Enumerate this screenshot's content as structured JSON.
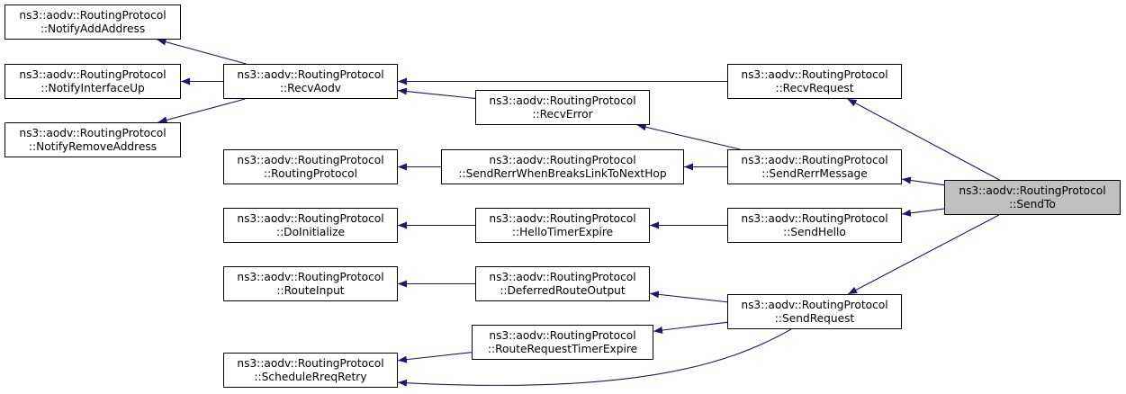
{
  "graph": {
    "nodes": {
      "n_addaddr": {
        "line1": "ns3::aodv::RoutingProtocol",
        "line2": "::NotifyAddAddress"
      },
      "n_ifup": {
        "line1": "ns3::aodv::RoutingProtocol",
        "line2": "::NotifyInterfaceUp"
      },
      "n_rmaddr": {
        "line1": "ns3::aodv::RoutingProtocol",
        "line2": "::NotifyRemoveAddress"
      },
      "n_recvaodv": {
        "line1": "ns3::aodv::RoutingProtocol",
        "line2": "::RecvAodv"
      },
      "n_recverror": {
        "line1": "ns3::aodv::RoutingProtocol",
        "line2": "::RecvError"
      },
      "n_recvreq": {
        "line1": "ns3::aodv::RoutingProtocol",
        "line2": "::RecvRequest"
      },
      "n_ctor": {
        "line1": "ns3::aodv::RoutingProtocol",
        "line2": "::RoutingProtocol"
      },
      "n_sendrerrwb": {
        "line1": "ns3::aodv::RoutingProtocol",
        "line2": "::SendRerrWhenBreaksLinkToNextHop"
      },
      "n_sendrerr": {
        "line1": "ns3::aodv::RoutingProtocol",
        "line2": "::SendRerrMessage"
      },
      "n_sendto": {
        "line1": "ns3::aodv::RoutingProtocol",
        "line2": "::SendTo"
      },
      "n_doinit": {
        "line1": "ns3::aodv::RoutingProtocol",
        "line2": "::DoInitialize"
      },
      "n_hellotimer": {
        "line1": "ns3::aodv::RoutingProtocol",
        "line2": "::HelloTimerExpire"
      },
      "n_sendhello": {
        "line1": "ns3::aodv::RoutingProtocol",
        "line2": "::SendHello"
      },
      "n_routeinput": {
        "line1": "ns3::aodv::RoutingProtocol",
        "line2": "::RouteInput"
      },
      "n_deferred": {
        "line1": "ns3::aodv::RoutingProtocol",
        "line2": "::DeferredRouteOutput"
      },
      "n_sendreq": {
        "line1": "ns3::aodv::RoutingProtocol",
        "line2": "::SendRequest"
      },
      "n_rrtimer": {
        "line1": "ns3::aodv::RoutingProtocol",
        "line2": "::RouteRequestTimerExpire"
      },
      "n_schedretry": {
        "line1": "ns3::aodv::RoutingProtocol",
        "line2": "::ScheduleRreqRetry"
      }
    },
    "edges": [
      {
        "from": "n_addaddr",
        "to": "n_recvaodv"
      },
      {
        "from": "n_ifup",
        "to": "n_recvaodv"
      },
      {
        "from": "n_rmaddr",
        "to": "n_recvaodv"
      },
      {
        "from": "n_recvaodv",
        "to": "n_recvreq"
      },
      {
        "from": "n_recvaodv",
        "to": "n_recverror"
      },
      {
        "from": "n_recverror",
        "to": "n_sendrerr"
      },
      {
        "from": "n_ctor",
        "to": "n_sendrerrwb"
      },
      {
        "from": "n_sendrerrwb",
        "to": "n_sendrerr"
      },
      {
        "from": "n_recvreq",
        "to": "n_sendto"
      },
      {
        "from": "n_sendrerr",
        "to": "n_sendto"
      },
      {
        "from": "n_sendhello",
        "to": "n_sendto"
      },
      {
        "from": "n_sendreq",
        "to": "n_sendto"
      },
      {
        "from": "n_doinit",
        "to": "n_hellotimer"
      },
      {
        "from": "n_hellotimer",
        "to": "n_sendhello"
      },
      {
        "from": "n_routeinput",
        "to": "n_deferred"
      },
      {
        "from": "n_deferred",
        "to": "n_sendreq"
      },
      {
        "from": "n_rrtimer",
        "to": "n_sendreq"
      },
      {
        "from": "n_schedretry",
        "to": "n_rrtimer"
      },
      {
        "from": "n_sendreq",
        "to": "n_schedretry"
      }
    ],
    "colors": {
      "edge": "#191970",
      "node_border": "#000000",
      "node_fill": "#ffffff",
      "highlight_fill": "#bfbfbf"
    }
  }
}
